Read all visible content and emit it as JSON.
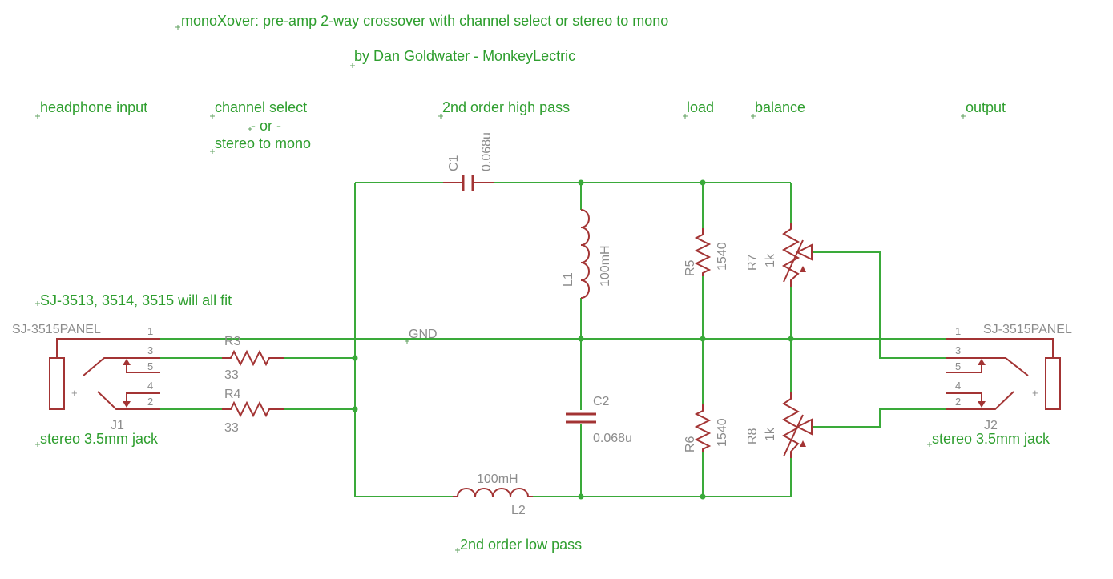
{
  "title": "monoXover: pre-amp 2-way crossover with channel select or stereo to mono",
  "author": "by Dan Goldwater - MonkeyLectric",
  "sections": {
    "headphone_input": "headphone input",
    "channel_select": "channel select",
    "or": "- or -",
    "stereo_to_mono": "stereo to mono",
    "high_pass": "2nd order high pass",
    "load": "load",
    "balance": "balance",
    "output": "output",
    "low_pass": "2nd order low pass"
  },
  "notes": {
    "fit_note": "SJ-3513, 3514, 3515 will all fit",
    "jack_left": "stereo 3.5mm jack",
    "jack_right": "stereo 3.5mm jack"
  },
  "net": {
    "gnd": "GND"
  },
  "components": {
    "c1": {
      "name": "C1",
      "value": "0.068u"
    },
    "c2": {
      "name": "C2",
      "value": "0.068u"
    },
    "l1": {
      "name": "L1",
      "value": "100mH"
    },
    "l2": {
      "name": "L2",
      "value": "100mH"
    },
    "r3": {
      "name": "R3",
      "value": "33"
    },
    "r4": {
      "name": "R4",
      "value": "33"
    },
    "r5": {
      "name": "R5",
      "value": "1540"
    },
    "r6": {
      "name": "R6",
      "value": "1540"
    },
    "r7": {
      "name": "R7",
      "value": "1k"
    },
    "r8": {
      "name": "R8",
      "value": "1k"
    },
    "j1": {
      "name": "J1",
      "value": "SJ-3515PANEL"
    },
    "j2": {
      "name": "J2",
      "value": "SJ-3515PANEL"
    }
  },
  "pins": [
    "1",
    "3",
    "5",
    "4",
    "2"
  ],
  "plus": "+",
  "colors": {
    "wire": "#3aaa3a",
    "part": "#a33434",
    "text": "#2e9e2e",
    "label": "#8c8c8c"
  }
}
